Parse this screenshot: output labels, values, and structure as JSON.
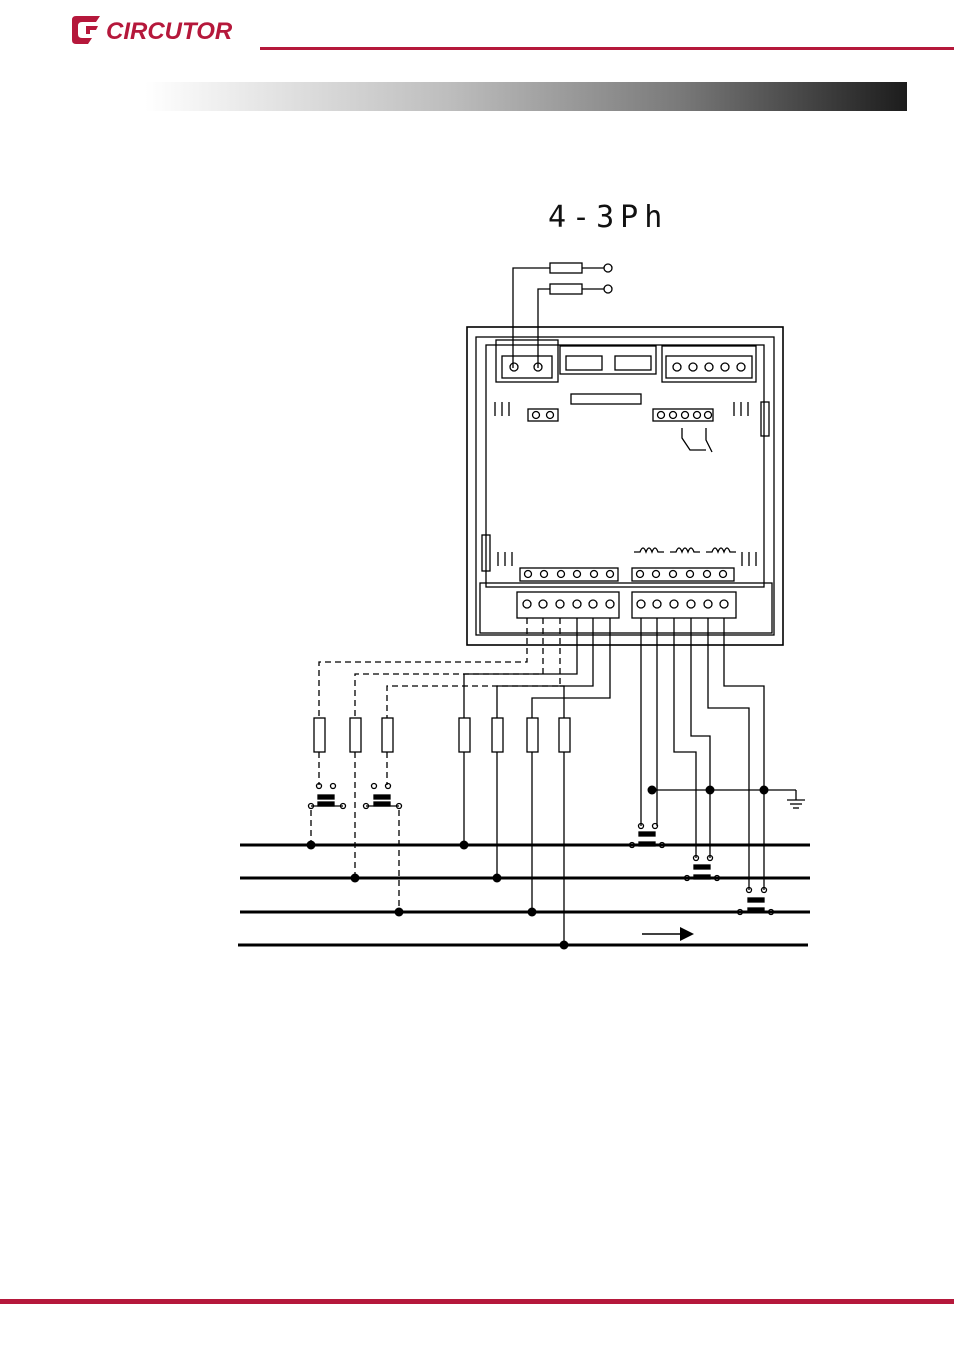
{
  "header": {
    "brand": "CIRCUTOR",
    "brand_color": "#b5183b",
    "logo": "circutor-logo-icon"
  },
  "display": {
    "mode_text": "4-3Ph"
  },
  "diagram": {
    "type": "wiring-diagram",
    "description_icon": "network-analyzer-connection",
    "device": "meter-rear-terminals",
    "voltage_fuses": 4,
    "protection_fuses": 3,
    "current_transformers": 3,
    "lines": 4,
    "ground": "ground-icon",
    "flow_arrow": "arrow-right-icon"
  },
  "colors": {
    "accent": "#b5183b",
    "line": "#000000"
  }
}
